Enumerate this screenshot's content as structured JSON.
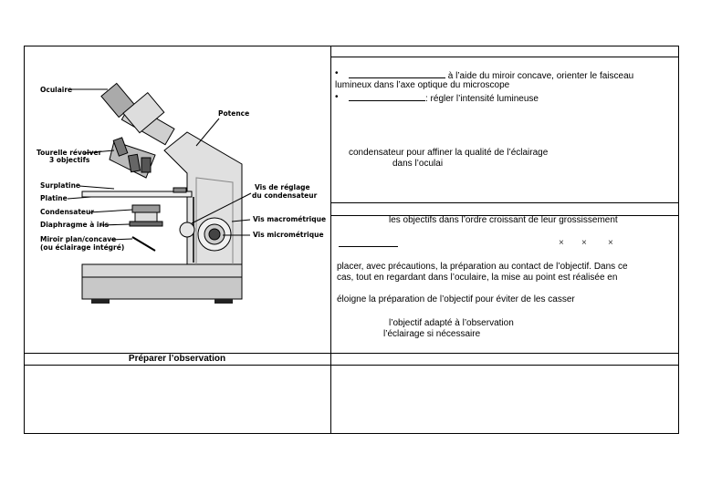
{
  "diagram": {
    "labels": {
      "oculaire": "Oculaire",
      "potence": "Potence",
      "tourelle": "Tourelle révolver",
      "tourelle2": "3 objectifs",
      "surplatine": "Surplatine",
      "platine": "Platine",
      "condensateur": "Condensateur",
      "diaphragme": "Diaphragme à iris",
      "miroir": "Miroir plan/concave",
      "miroir2": "(ou éclairage intégré)",
      "vis_reglage": "Vis de réglage",
      "vis_reglage2": "du condensateur",
      "vis_macro": "Vis macrométrique",
      "vis_micro": "Vis micrométrique"
    }
  },
  "right_top": {
    "bullet1_text": " à l’aide du miroir concave, orienter le faisceau",
    "bullet1_line2": "lumineux dans l’axe optique du microscope",
    "bullet2_text": ": régler l’intensité lumineuse",
    "cond_line1": "condensateur pour affiner la qualité de l’éclairage",
    "cond_line2": "dans l’oculai"
  },
  "right_middle": {
    "objectifs_line": "les objectifs dans l’ordre croissant de leur grossissement",
    "x_marks": [
      "×",
      "×",
      "×"
    ],
    "placer_line1": "placer, avec précautions, la préparation au contact de l’objectif. Dans ce",
    "placer_line2": "cas, tout en regardant dans l’oculaire, la mise au point est réalisée en",
    "eloigne_line": "éloigne la préparation de l’objectif pour éviter de les casser",
    "objectif_adapte": "l’objectif adapté à l’observation",
    "eclairage_line": "l’éclairage si nécessaire"
  },
  "bottom": {
    "section_title": "Préparer l’observation"
  }
}
